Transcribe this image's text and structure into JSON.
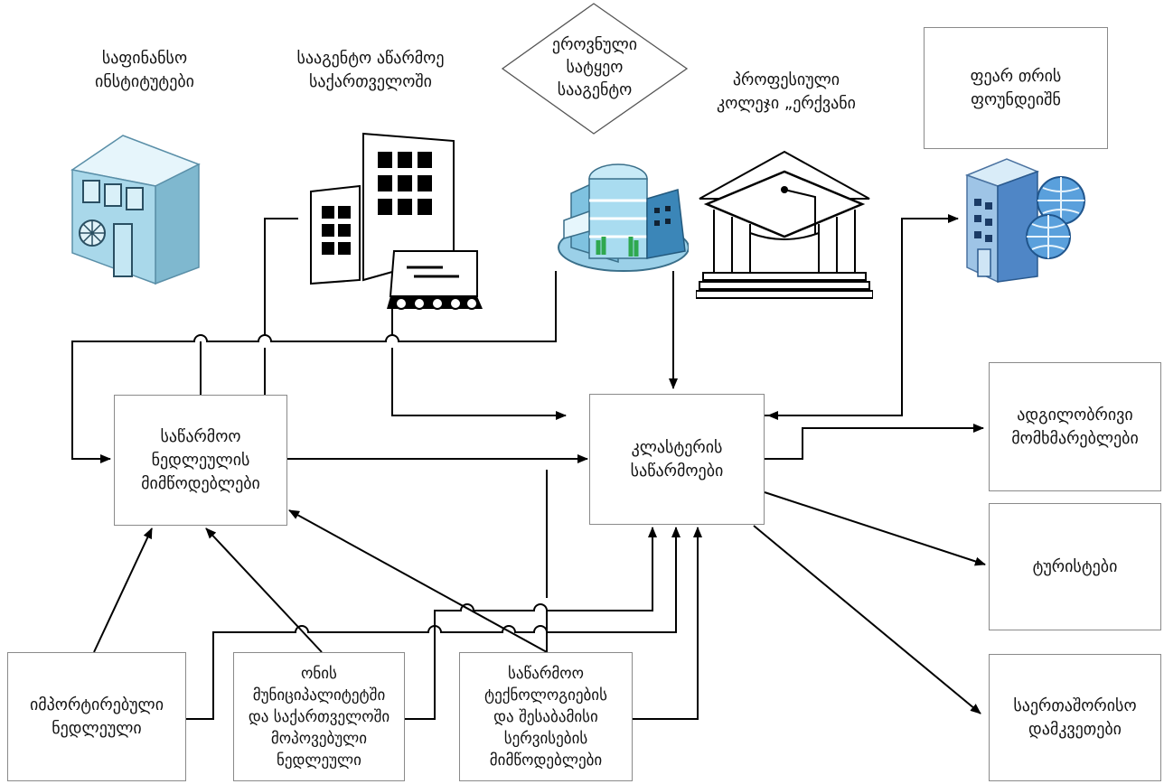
{
  "labels": {
    "financial_institutions": "საფინანსო\nინსტიტუტები",
    "enterprise_agency": "სააგენტო აწარმოე\nსაქართველოში",
    "national_stat_agency": "ეროვნული\nსატყეო\nსააგენტო",
    "professional_college": "პროფესიული\nკოლეჯი „ერქვანი",
    "fund": "ფეარ თრის\nფოუნდეიშნ"
  },
  "boxes": {
    "raw_material_suppliers": "საწარმოო\nნედლეულის\nმიმწოდებლები",
    "cluster_enterprises": "კლასტერის\nსაწარმოები",
    "local_consumers": "ადგილობრივი\nმომხმარებლები",
    "tourists": "ტურისტები",
    "international_buyers": "საერთაშორისო\nდამკვეთები",
    "imported_raw_material": "იმპორტირებული\nნედლეული",
    "municipality_raw_material": "ონის\nმუნიციპალიტეტში\nდა საქართველოში\nმოპოვებული\nნედლეული",
    "tech_suppliers": "საწარმოო\nტექნოლოგიების\nდა შესაბამისი\nსერვისების\nმიმწოდებლები"
  },
  "icons": [
    "safe-building-icon",
    "factory-building-icon",
    "office-building-icon",
    "college-building-icon",
    "server-globe-icon"
  ]
}
